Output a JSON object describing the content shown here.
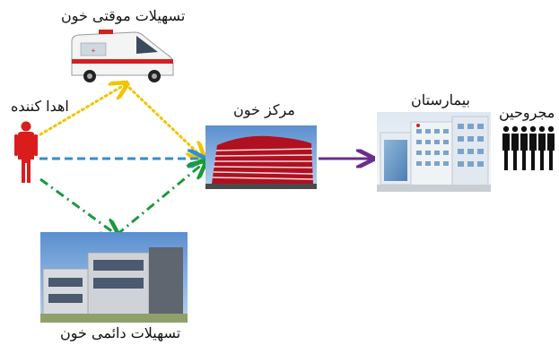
{
  "labels": {
    "temp_facility": "تسهیلات موقتی خون",
    "donor": "اهدا کننده",
    "blood_center": "مرکز خون",
    "hospital": "بیمارستان",
    "injured": "مجروحین",
    "perm_facility": "تسهیلات دائمی خون"
  },
  "colors": {
    "donor_to_temp": "#f2c400",
    "donor_to_center": "#2f8fd2",
    "donor_to_perm": "#1a9a3a",
    "center_to_hospital": "#6a2d8f",
    "donor": "#d91d1d"
  }
}
